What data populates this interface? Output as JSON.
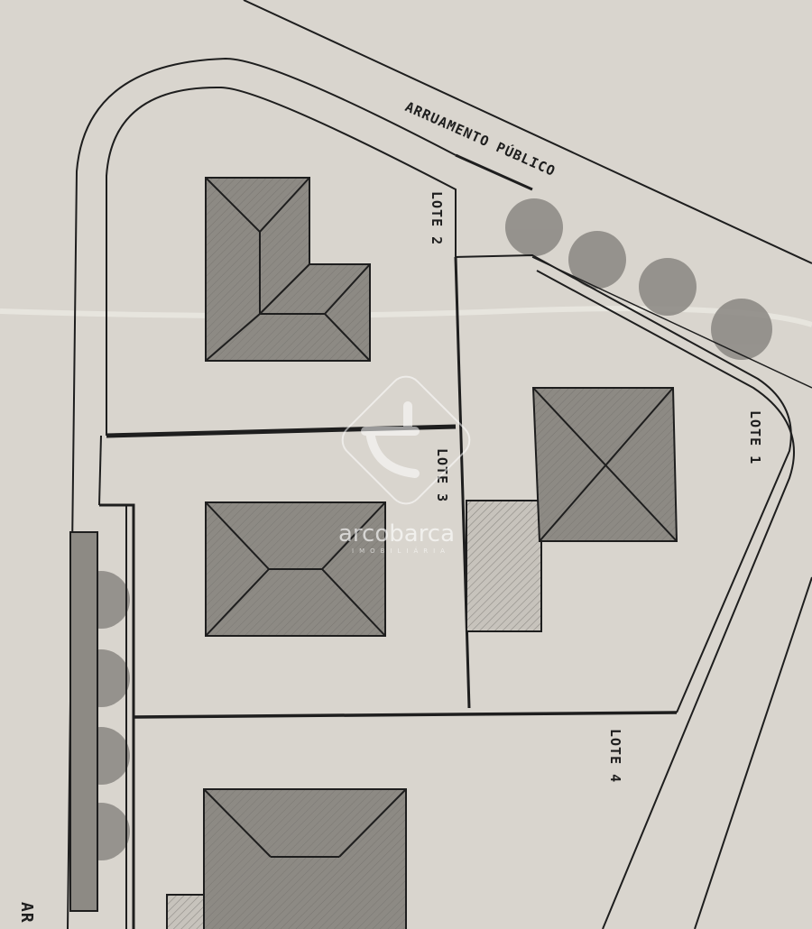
{
  "labels": {
    "road": "ARRUAMENTO PÚBLICO",
    "road_bottom": "AR",
    "lot1": "LOTE 1",
    "lot2": "LOTE 2",
    "lot3": "LOTE 3",
    "lot4": "LOTE 4"
  },
  "watermark": {
    "brand": "arcobarca",
    "tagline": "IMOBILIÁRIA"
  },
  "colors": {
    "paper": "#d9d5ce",
    "building": "#8d8a84",
    "tree": "#8a8782",
    "line": "#1e1e1e"
  }
}
